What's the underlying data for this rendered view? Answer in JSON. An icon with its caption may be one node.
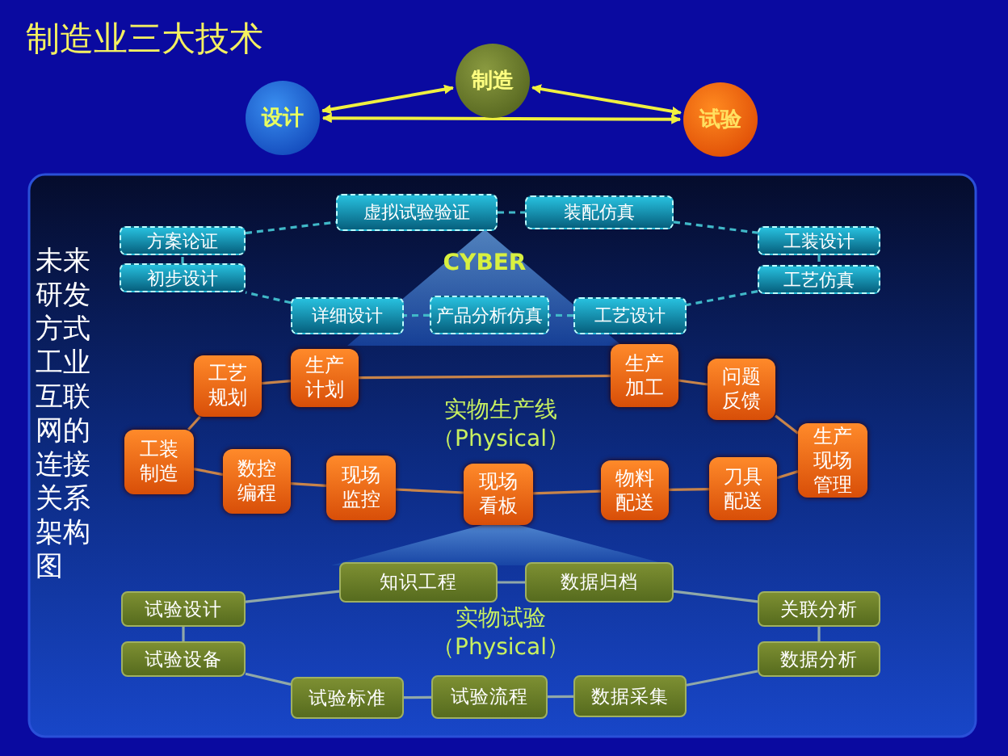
{
  "diagram": {
    "title": "制造业三大技术",
    "nodes": [
      {
        "text": [
          "设计"
        ]
      },
      {
        "text": [
          "制造"
        ]
      },
      {
        "text": [
          "试验"
        ]
      },
      {
        "text": [
          "虚拟试验验证"
        ]
      },
      {
        "text": [
          "装配仿真"
        ]
      },
      {
        "text": [
          "方案论证"
        ]
      },
      {
        "text": [
          "工装设计"
        ]
      },
      {
        "text": [
          "初步设计"
        ]
      },
      {
        "text": [
          "工艺仿真"
        ]
      },
      {
        "text": [
          "详细设计"
        ]
      },
      {
        "text": [
          "产品分析仿真"
        ]
      },
      {
        "text": [
          "工艺设计"
        ]
      },
      {
        "text": [
          "工艺规划"
        ]
      },
      {
        "text": [
          "生产计划"
        ]
      },
      {
        "text": [
          "生产加工"
        ]
      },
      {
        "text": [
          "问题反馈"
        ]
      },
      {
        "text": [
          "工装制造"
        ]
      },
      {
        "text": [
          "数控编程"
        ]
      },
      {
        "text": [
          "现场监控"
        ]
      },
      {
        "text": [
          "现场看板"
        ]
      },
      {
        "text": [
          "物料配送"
        ]
      },
      {
        "text": [
          "刀具配送"
        ]
      },
      {
        "text": [
          "生产现场管理"
        ]
      },
      {
        "text": [
          "知识工程"
        ]
      },
      {
        "text": [
          "数据归档"
        ]
      },
      {
        "text": [
          "试验设计"
        ]
      },
      {
        "text": [
          "关联分析"
        ]
      },
      {
        "text": [
          "试验设备"
        ]
      },
      {
        "text": [
          "数据分析"
        ]
      },
      {
        "text": [
          "试验标准"
        ]
      },
      {
        "text": [
          "试验流程"
        ]
      },
      {
        "text": [
          "数据采集"
        ]
      }
    ],
    "edges": [
      {
        "from": 0,
        "to": 1,
        "arrow": "both",
        "color": "#f0f040"
      },
      {
        "from": 1,
        "to": 2,
        "arrow": "both",
        "color": "#f0f040"
      },
      {
        "from": 0,
        "to": 2,
        "arrow": "both",
        "color": "#f0f040"
      },
      {
        "from": 5,
        "to": 3,
        "arrow": "none",
        "style": "dashed",
        "color": "#40b8c8"
      },
      {
        "from": 3,
        "to": 4,
        "arrow": "none",
        "style": "dashed",
        "color": "#40b8c8"
      },
      {
        "from": 4,
        "to": 6,
        "arrow": "none",
        "style": "dashed",
        "color": "#40b8c8"
      },
      {
        "from": 6,
        "to": 8,
        "arrow": "none",
        "style": "dashed",
        "color": "#40b8c8"
      },
      {
        "from": 8,
        "to": 11,
        "arrow": "none",
        "style": "dashed",
        "color": "#40b8c8"
      },
      {
        "from": 11,
        "to": 10,
        "arrow": "none",
        "style": "dashed",
        "color": "#40b8c8"
      },
      {
        "from": 10,
        "to": 9,
        "arrow": "none",
        "style": "dashed",
        "color": "#40b8c8"
      },
      {
        "from": 9,
        "to": 7,
        "arrow": "none",
        "style": "dashed",
        "color": "#40b8c8"
      },
      {
        "from": 7,
        "to": 5,
        "arrow": "none",
        "style": "dashed",
        "color": "#40b8c8"
      },
      {
        "from": 16,
        "to": 12,
        "arrow": "none"
      },
      {
        "from": 12,
        "to": 13,
        "arrow": "none"
      },
      {
        "from": 13,
        "to": 14,
        "arrow": "none"
      },
      {
        "from": 14,
        "to": 15,
        "arrow": "none"
      },
      {
        "from": 15,
        "to": 22,
        "arrow": "none"
      },
      {
        "from": 22,
        "to": 21,
        "arrow": "none"
      },
      {
        "from": 21,
        "to": 20,
        "arrow": "none"
      },
      {
        "from": 20,
        "to": 19,
        "arrow": "none"
      },
      {
        "from": 19,
        "to": 18,
        "arrow": "none"
      },
      {
        "from": 18,
        "to": 17,
        "arrow": "none"
      },
      {
        "from": 17,
        "to": 16,
        "arrow": "none"
      },
      {
        "from": 25,
        "to": 23,
        "arrow": "none",
        "color": "#90a8a8"
      },
      {
        "from": 23,
        "to": 24,
        "arrow": "none",
        "color": "#90a8a8"
      },
      {
        "from": 24,
        "to": 26,
        "arrow": "none",
        "color": "#90a8a8"
      },
      {
        "from": 26,
        "to": 28,
        "arrow": "none",
        "color": "#90a8a8"
      },
      {
        "from": 28,
        "to": 31,
        "arrow": "none",
        "color": "#90a8a8"
      },
      {
        "from": 31,
        "to": 30,
        "arrow": "none",
        "color": "#90a8a8"
      },
      {
        "from": 30,
        "to": 29,
        "arrow": "none",
        "color": "#90a8a8"
      },
      {
        "from": 29,
        "to": 27,
        "arrow": "none",
        "color": "#90a8a8"
      },
      {
        "from": 27,
        "to": 25,
        "arrow": "none",
        "color": "#90a8a8"
      }
    ],
    "labels": [
      "未来研发方式工业互联网的连接关系架构图",
      "CYBER",
      "实物生产线",
      "（Physical）",
      "实物试验",
      "（Physical）"
    ]
  }
}
